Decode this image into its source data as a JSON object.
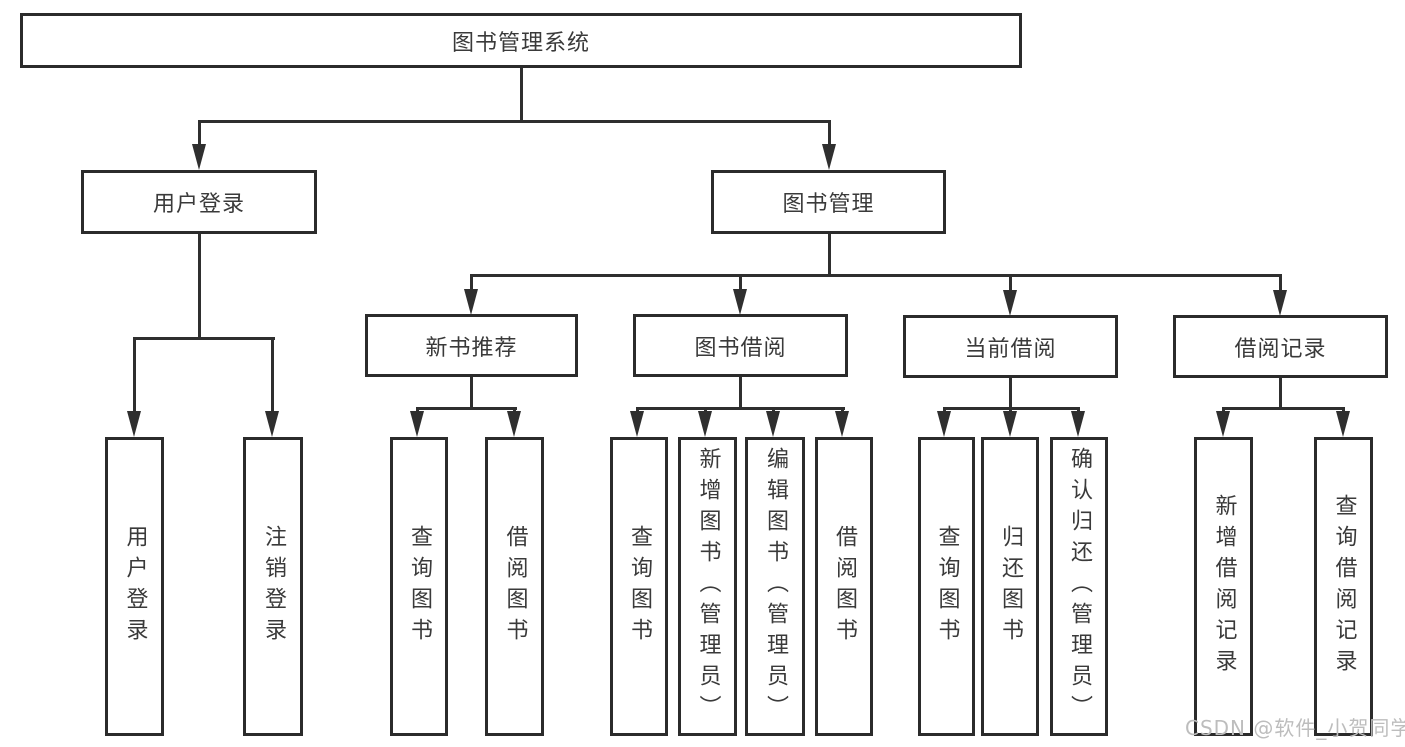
{
  "nodes": {
    "root": "图书管理系统",
    "user_login": "用户登录",
    "book_mgmt": "图书管理",
    "new_book": "新书推荐",
    "book_borrow": "图书借阅",
    "current_borrow": "当前借阅",
    "borrow_record": "借阅记录"
  },
  "leaves": {
    "user_login": [
      "用户登录",
      "注销登录"
    ],
    "new_book": [
      "查询图书",
      "借阅图书"
    ],
    "book_borrow": [
      "查询图书",
      "新增图书（管理员）",
      "编辑图书（管理员）",
      "借阅图书"
    ],
    "current_borrow": [
      "查询图书",
      "归还图书",
      "确认归还（管理员）"
    ],
    "borrow_record": [
      "新增借阅记录",
      "查询借阅记录"
    ]
  },
  "watermark": "CSDN @软件_小贺同学",
  "colors": {
    "line": "#2f2f2f",
    "border": "#2b2b2b",
    "text": "#3a3a3a",
    "watermark": "#bdbdbd"
  }
}
